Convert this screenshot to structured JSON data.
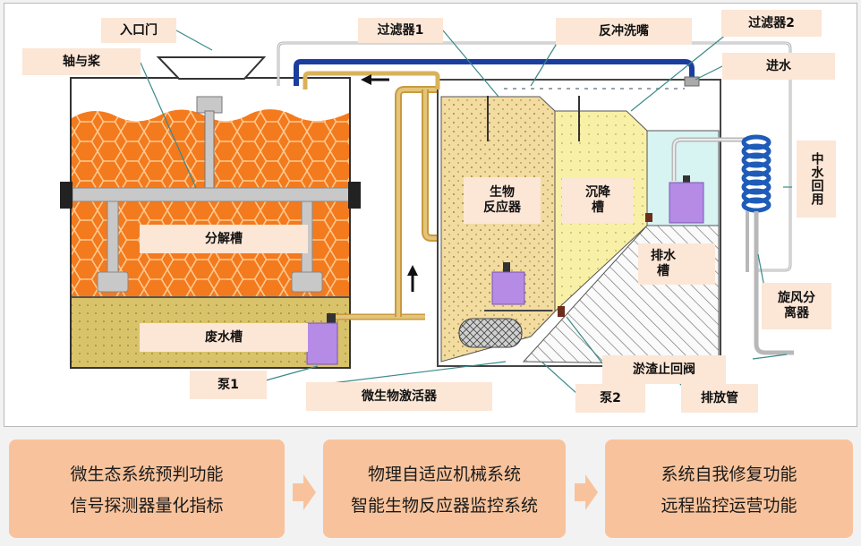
{
  "labels": {
    "inlet_door": "入口门",
    "shaft_paddle": "轴与桨",
    "filter1": "过滤器1",
    "backwash_nozzle": "反冲洗嘴",
    "filter2": "过滤器2",
    "water_inlet": "进水",
    "reclaimed_water": "中水回用",
    "bio_reactor": "生物\n反应器",
    "settling_tank": "沉降\n槽",
    "drain_tank": "排水\n槽",
    "decomposition_tank": "分解槽",
    "waste_water_tank": "废水槽",
    "pump1": "泵1",
    "microbe_activator": "微生物激活器",
    "cyclone_separator": "旋风分\n离器",
    "sludge_check_valve": "淤渣止回阀",
    "pump2": "泵2",
    "discharge_pipe": "排放管"
  },
  "panels": [
    {
      "line1": "微生态系统预判功能",
      "line2": "信号探测器量化指标"
    },
    {
      "line1": "物理自适应机械系统",
      "line2": "智能生物反应器监控系统"
    },
    {
      "line1": "系统自我修复功能",
      "line2": "远程监控运营功能"
    }
  ],
  "colors": {
    "orange_media": "#f47a1e",
    "waste_water": "#d9c36a",
    "bio_fill": "#f3dca0",
    "settling_fill": "#f7f0a6",
    "clean_water": "#d7f3f2",
    "pipe_blue": "#1b3e9e",
    "pipe_tan": "#d9b25a",
    "pump_purple": "#b58be6",
    "panel_orange": "#f8c39c",
    "label_bg": "#fce6d6"
  }
}
